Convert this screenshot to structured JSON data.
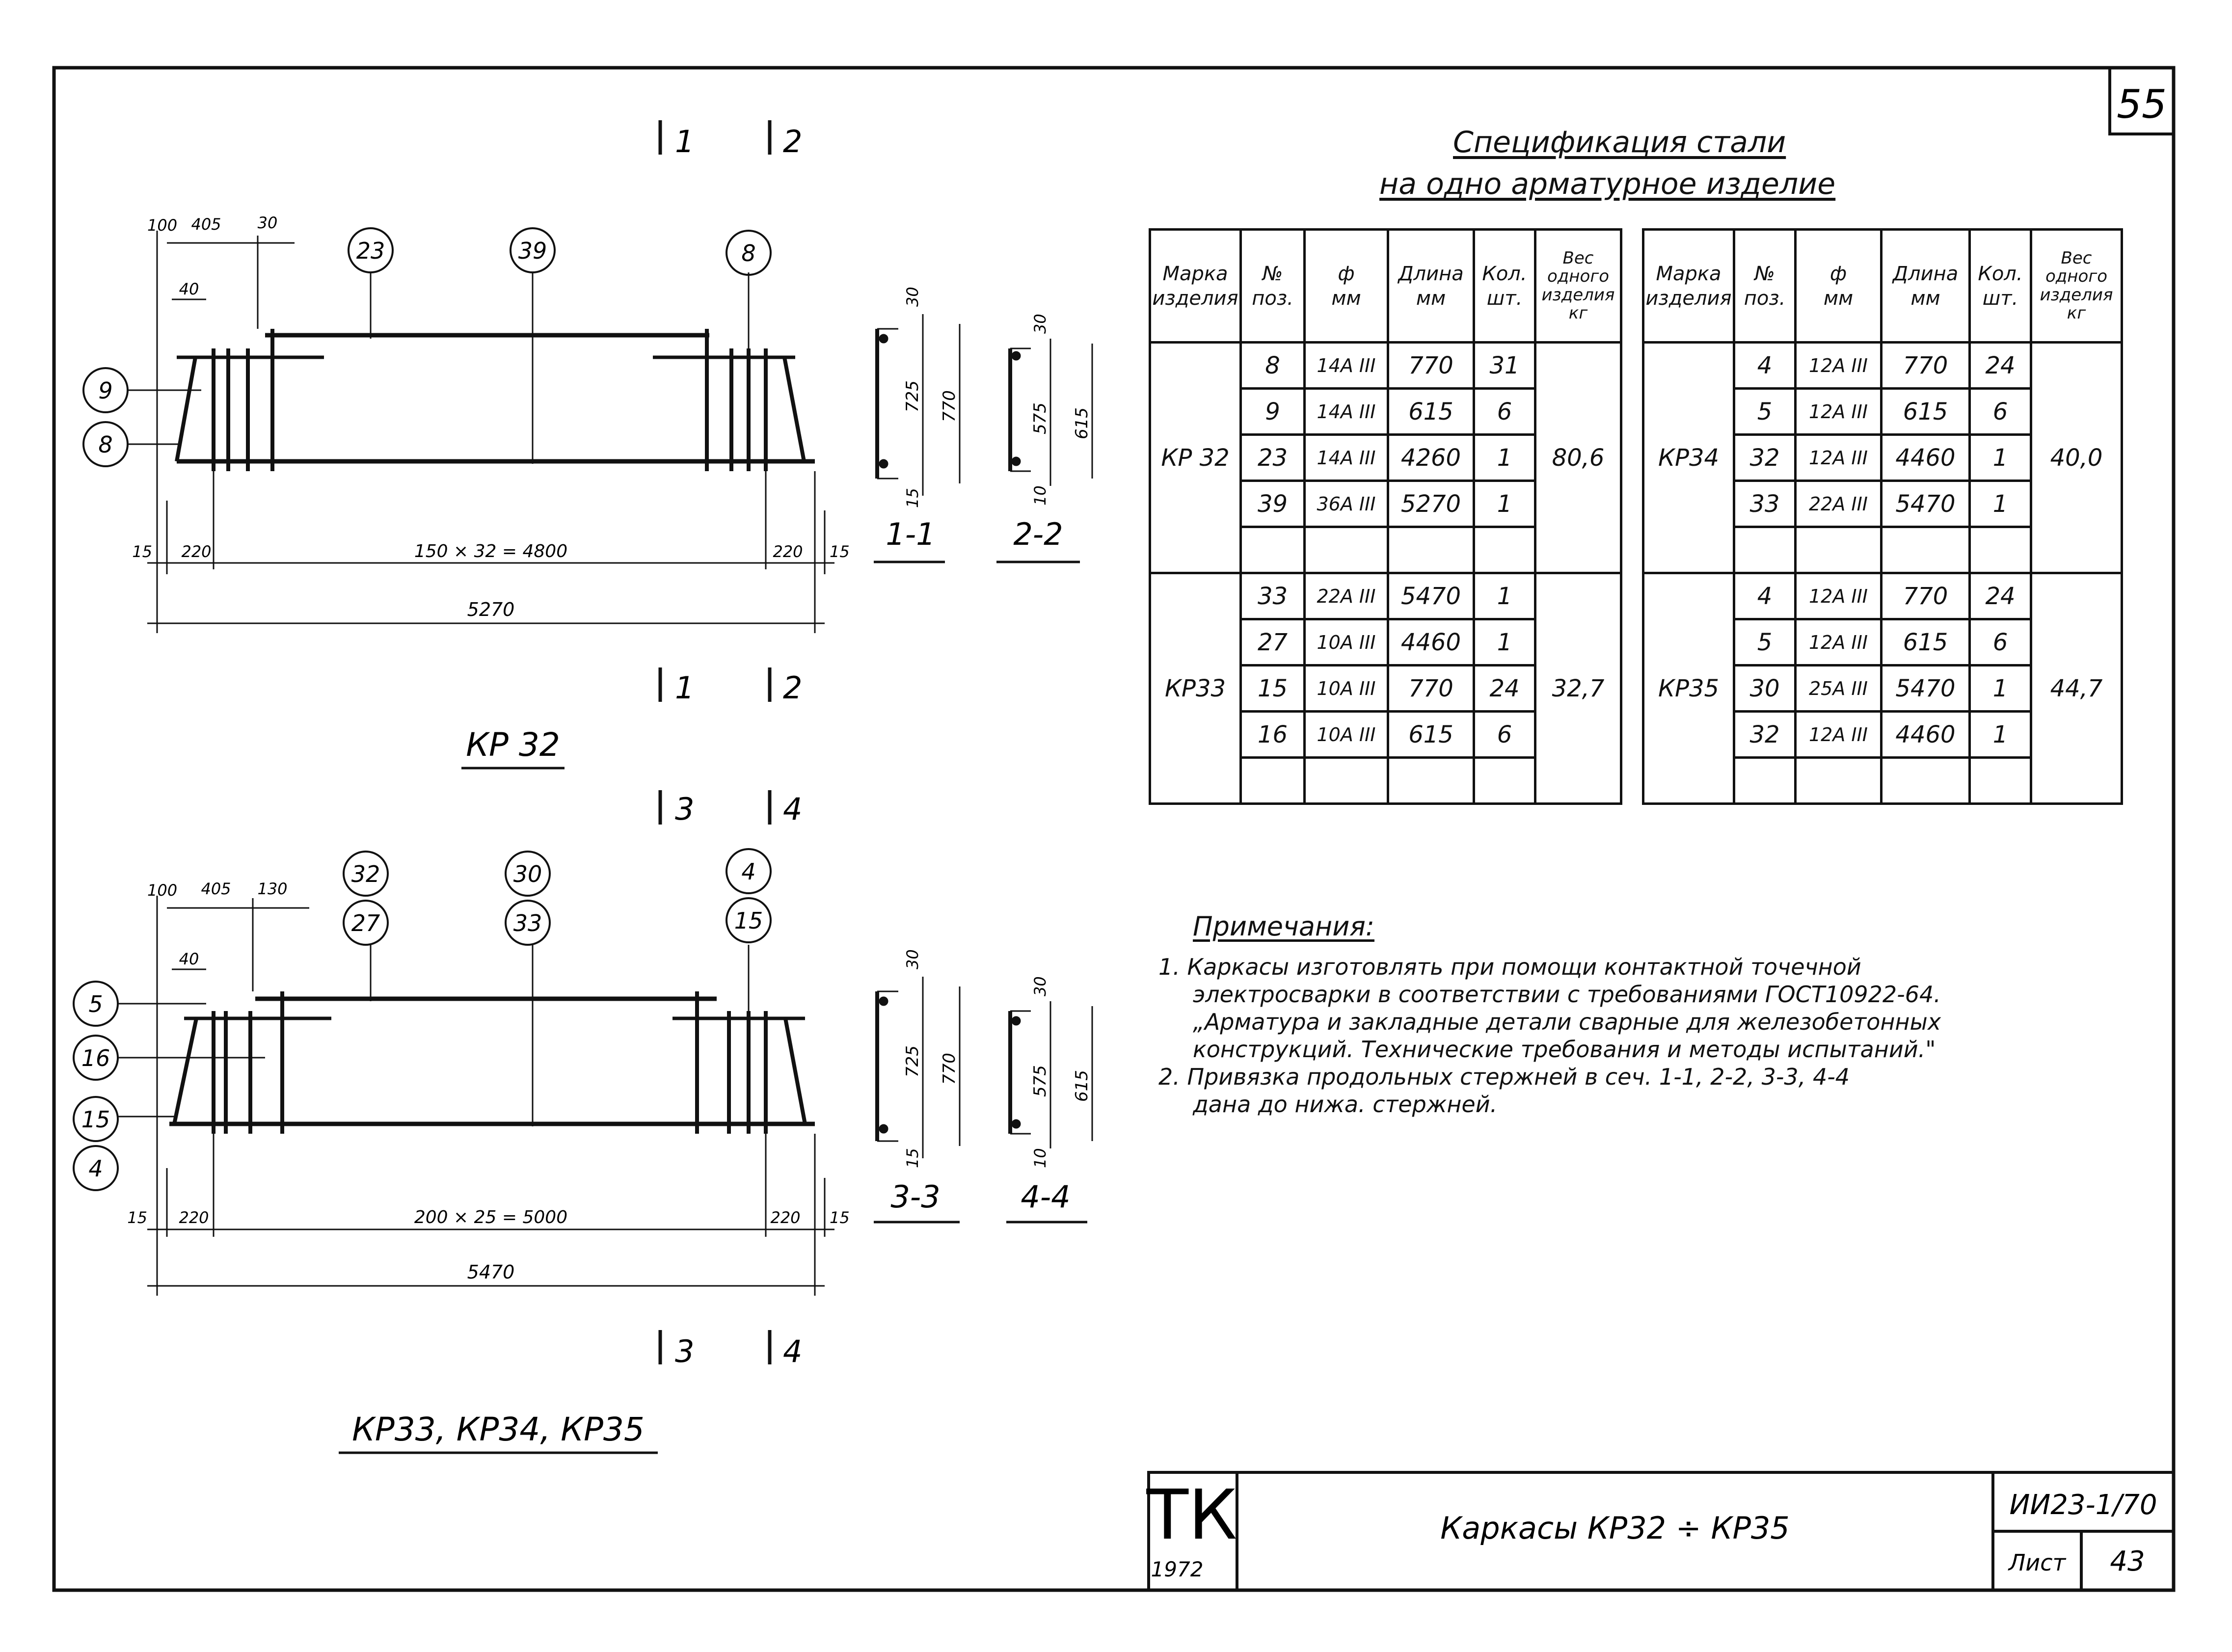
{
  "sheet": {
    "page_number": "55",
    "stamp": "ТК",
    "stamp_year": "1972",
    "title": "Каркасы КР32 ÷ КР35",
    "series_code": "ИИ23-1/70",
    "list_label": "Лист",
    "list_number": "43"
  },
  "drawing_top": {
    "name": "КР 32",
    "section_marks_top": [
      "1",
      "2"
    ],
    "section_marks_bottom": [
      "1",
      "2"
    ],
    "dims": {
      "d100": "100",
      "d405": "405",
      "d30": "30",
      "d40": "40",
      "d15_left": "15",
      "d220_left": "220",
      "span": "150 × 32 = 4800",
      "d220_right": "220",
      "d15_right": "15",
      "total": "5270"
    },
    "callouts": [
      "23",
      "39",
      "8",
      "9",
      "8"
    ],
    "sections": [
      {
        "name": "1-1",
        "top": "30",
        "a": "725",
        "b": "770",
        "bottom": "15"
      },
      {
        "name": "2-2",
        "top": "30",
        "a": "575",
        "b": "615",
        "bottom": "10"
      }
    ]
  },
  "drawing_bottom": {
    "name": "КР33, КР34, КР35",
    "section_marks_top": [
      "3",
      "4"
    ],
    "section_marks_bottom": [
      "3",
      "4"
    ],
    "dims": {
      "d100": "100",
      "d405": "405",
      "d130": "130",
      "d40": "40",
      "d15_left": "15",
      "d220_left": "220",
      "span": "200 × 25 = 5000",
      "d220_right": "220",
      "d15_right": "15",
      "total": "5470"
    },
    "callouts_top": [
      "32",
      "30",
      "4"
    ],
    "callouts_bottom": [
      "27",
      "33",
      "15"
    ],
    "callouts_left": [
      "5",
      "16",
      "15",
      "4"
    ],
    "sections": [
      {
        "name": "3-3",
        "top": "30",
        "a": "725",
        "b": "770",
        "bottom": "15"
      },
      {
        "name": "4-4",
        "top": "30",
        "a": "575",
        "b": "615",
        "bottom": "10"
      }
    ]
  },
  "spec": {
    "title_line1": "Спецификация стали",
    "title_line2": "на одно арматурное изделие",
    "headers": {
      "mark": [
        "Марка",
        "изделия"
      ],
      "pos": [
        "№",
        "поз."
      ],
      "dia": [
        "ф",
        "мм"
      ],
      "len": [
        "Длина",
        "мм"
      ],
      "qty": [
        "Кол.",
        "шт."
      ],
      "wt": [
        "Вес",
        "одного",
        "изделия",
        "кг"
      ]
    },
    "left": [
      {
        "mark": "КР 32",
        "weight": "80,6",
        "rows": [
          {
            "pos": "8",
            "dia": "14A III",
            "len": "770",
            "qty": "31"
          },
          {
            "pos": "9",
            "dia": "14A III",
            "len": "615",
            "qty": "6"
          },
          {
            "pos": "23",
            "dia": "14A III",
            "len": "4260",
            "qty": "1"
          },
          {
            "pos": "39",
            "dia": "36A III",
            "len": "5270",
            "qty": "1"
          },
          {
            "pos": "",
            "dia": "",
            "len": "",
            "qty": ""
          }
        ]
      },
      {
        "mark": "КР33",
        "weight": "32,7",
        "rows": [
          {
            "pos": "33",
            "dia": "22A III",
            "len": "5470",
            "qty": "1"
          },
          {
            "pos": "27",
            "dia": "10A III",
            "len": "4460",
            "qty": "1"
          },
          {
            "pos": "15",
            "dia": "10A III",
            "len": "770",
            "qty": "24"
          },
          {
            "pos": "16",
            "dia": "10A III",
            "len": "615",
            "qty": "6"
          },
          {
            "pos": "",
            "dia": "",
            "len": "",
            "qty": ""
          }
        ]
      }
    ],
    "right": [
      {
        "mark": "КР34",
        "weight": "40,0",
        "rows": [
          {
            "pos": "4",
            "dia": "12A III",
            "len": "770",
            "qty": "24"
          },
          {
            "pos": "5",
            "dia": "12A III",
            "len": "615",
            "qty": "6"
          },
          {
            "pos": "32",
            "dia": "12A III",
            "len": "4460",
            "qty": "1"
          },
          {
            "pos": "33",
            "dia": "22A III",
            "len": "5470",
            "qty": "1"
          },
          {
            "pos": "",
            "dia": "",
            "len": "",
            "qty": ""
          }
        ]
      },
      {
        "mark": "КР35",
        "weight": "44,7",
        "rows": [
          {
            "pos": "4",
            "dia": "12A III",
            "len": "770",
            "qty": "24"
          },
          {
            "pos": "5",
            "dia": "12A III",
            "len": "615",
            "qty": "6"
          },
          {
            "pos": "30",
            "dia": "25A III",
            "len": "5470",
            "qty": "1"
          },
          {
            "pos": "32",
            "dia": "12A III",
            "len": "4460",
            "qty": "1"
          },
          {
            "pos": "",
            "dia": "",
            "len": "",
            "qty": ""
          }
        ]
      }
    ]
  },
  "notes": {
    "header": "Примечания:",
    "lines": [
      "1. Каркасы изготовлять при помощи контактной точечной",
      "электросварки в соответствии с требованиями ГОСТ10922-64.",
      "„Арматура и закладные детали сварные для железобетонных",
      "конструкций. Технические требования и методы испытаний.\"",
      "2. Привязка продольных стержней в сеч. 1-1, 2-2, 3-3, 4-4",
      "дана до нижа. стержней."
    ]
  }
}
